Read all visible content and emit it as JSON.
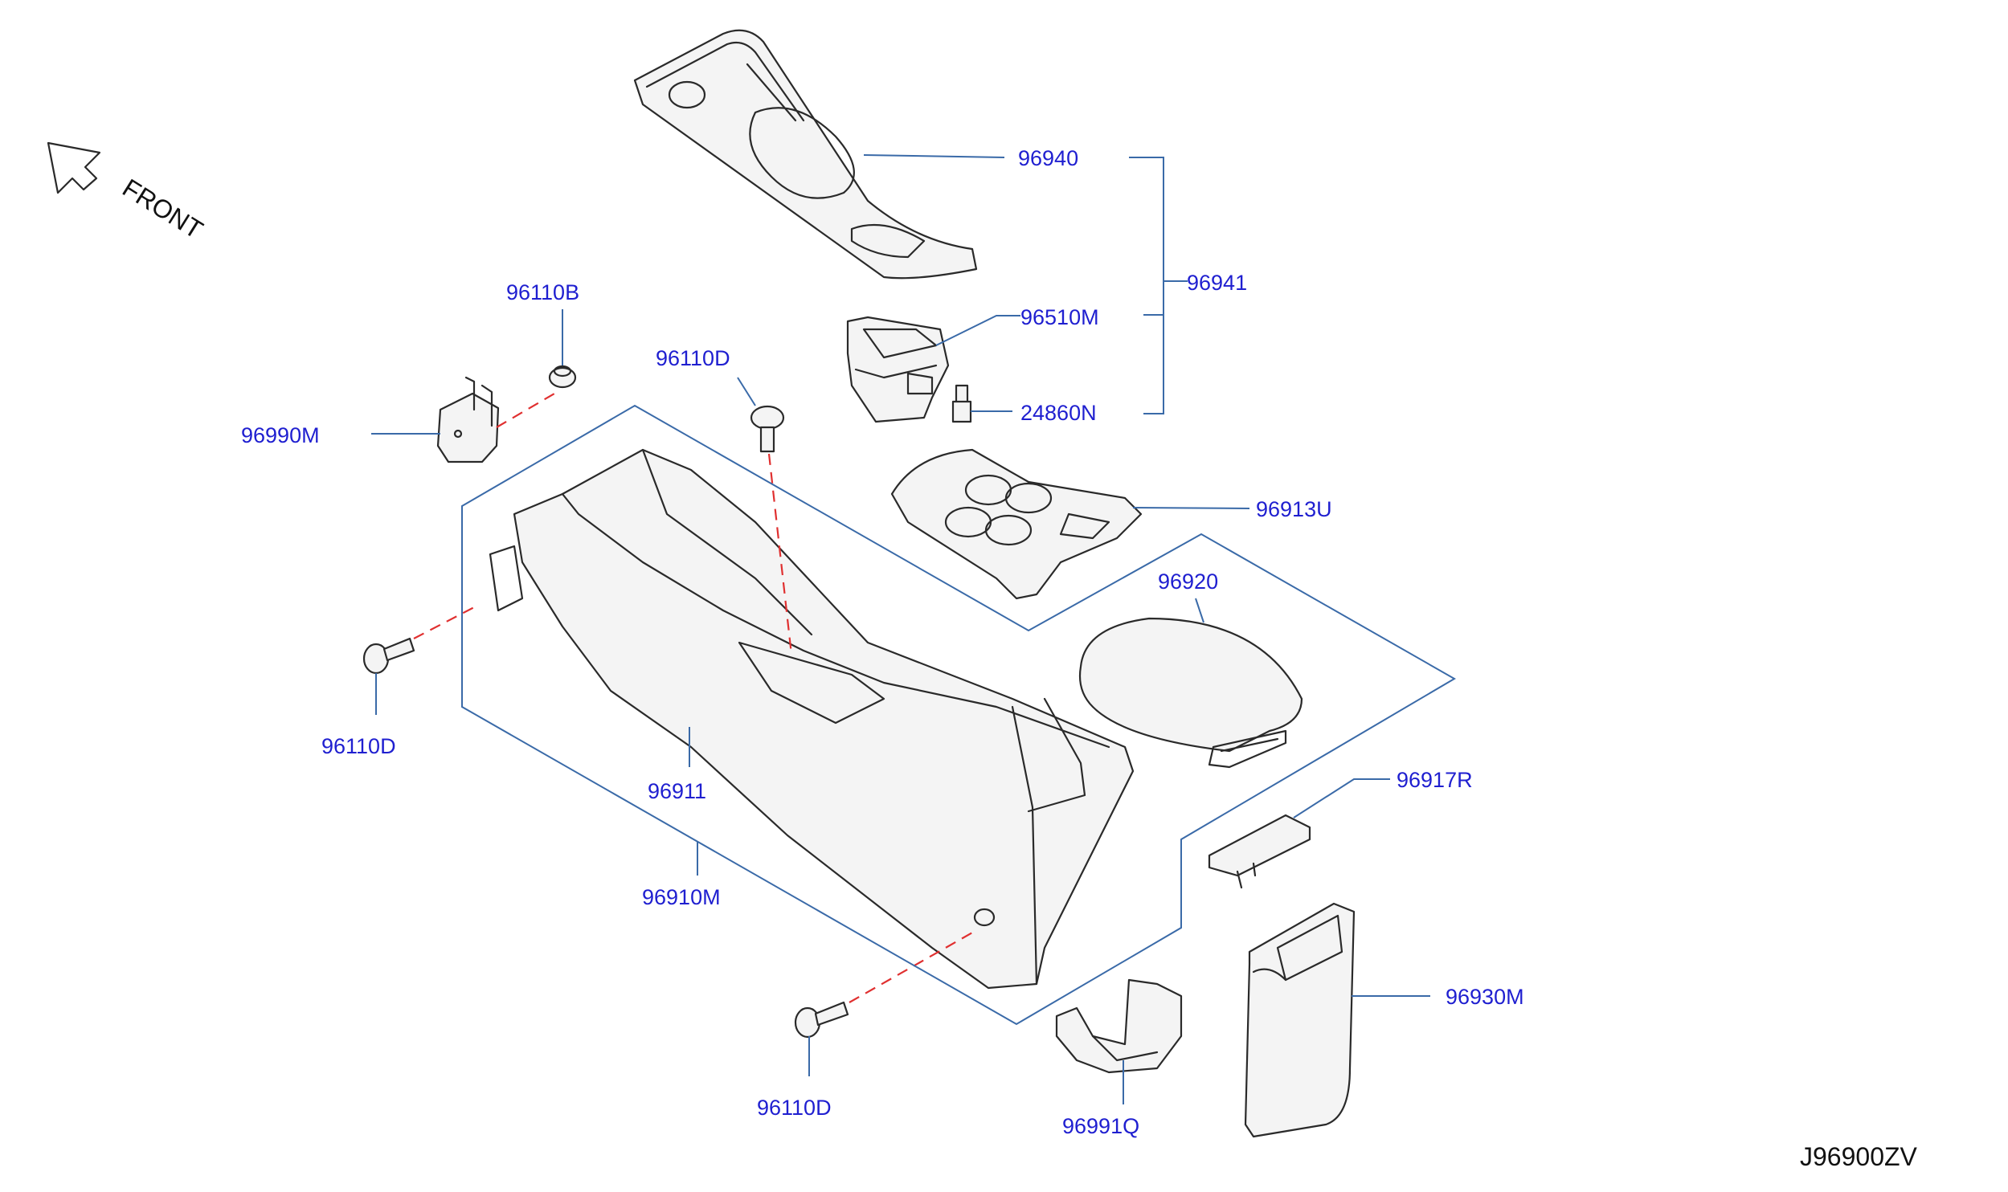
{
  "diagram_id": "J96900ZV",
  "front_label": "FRONT",
  "parts": {
    "p96940": "96940",
    "p96941": "96941",
    "p96510M": "96510M",
    "p24860N": "24860N",
    "p96913U": "96913U",
    "p96920": "96920",
    "p96917R": "96917R",
    "p96930M": "96930M",
    "p96991Q": "96991Q",
    "p96110D_bottom": "96110D",
    "p96910M": "96910M",
    "p96911": "96911",
    "p96110D_left": "96110D",
    "p96990M": "96990M",
    "p96110B": "96110B",
    "p96110D_top": "96110D"
  }
}
